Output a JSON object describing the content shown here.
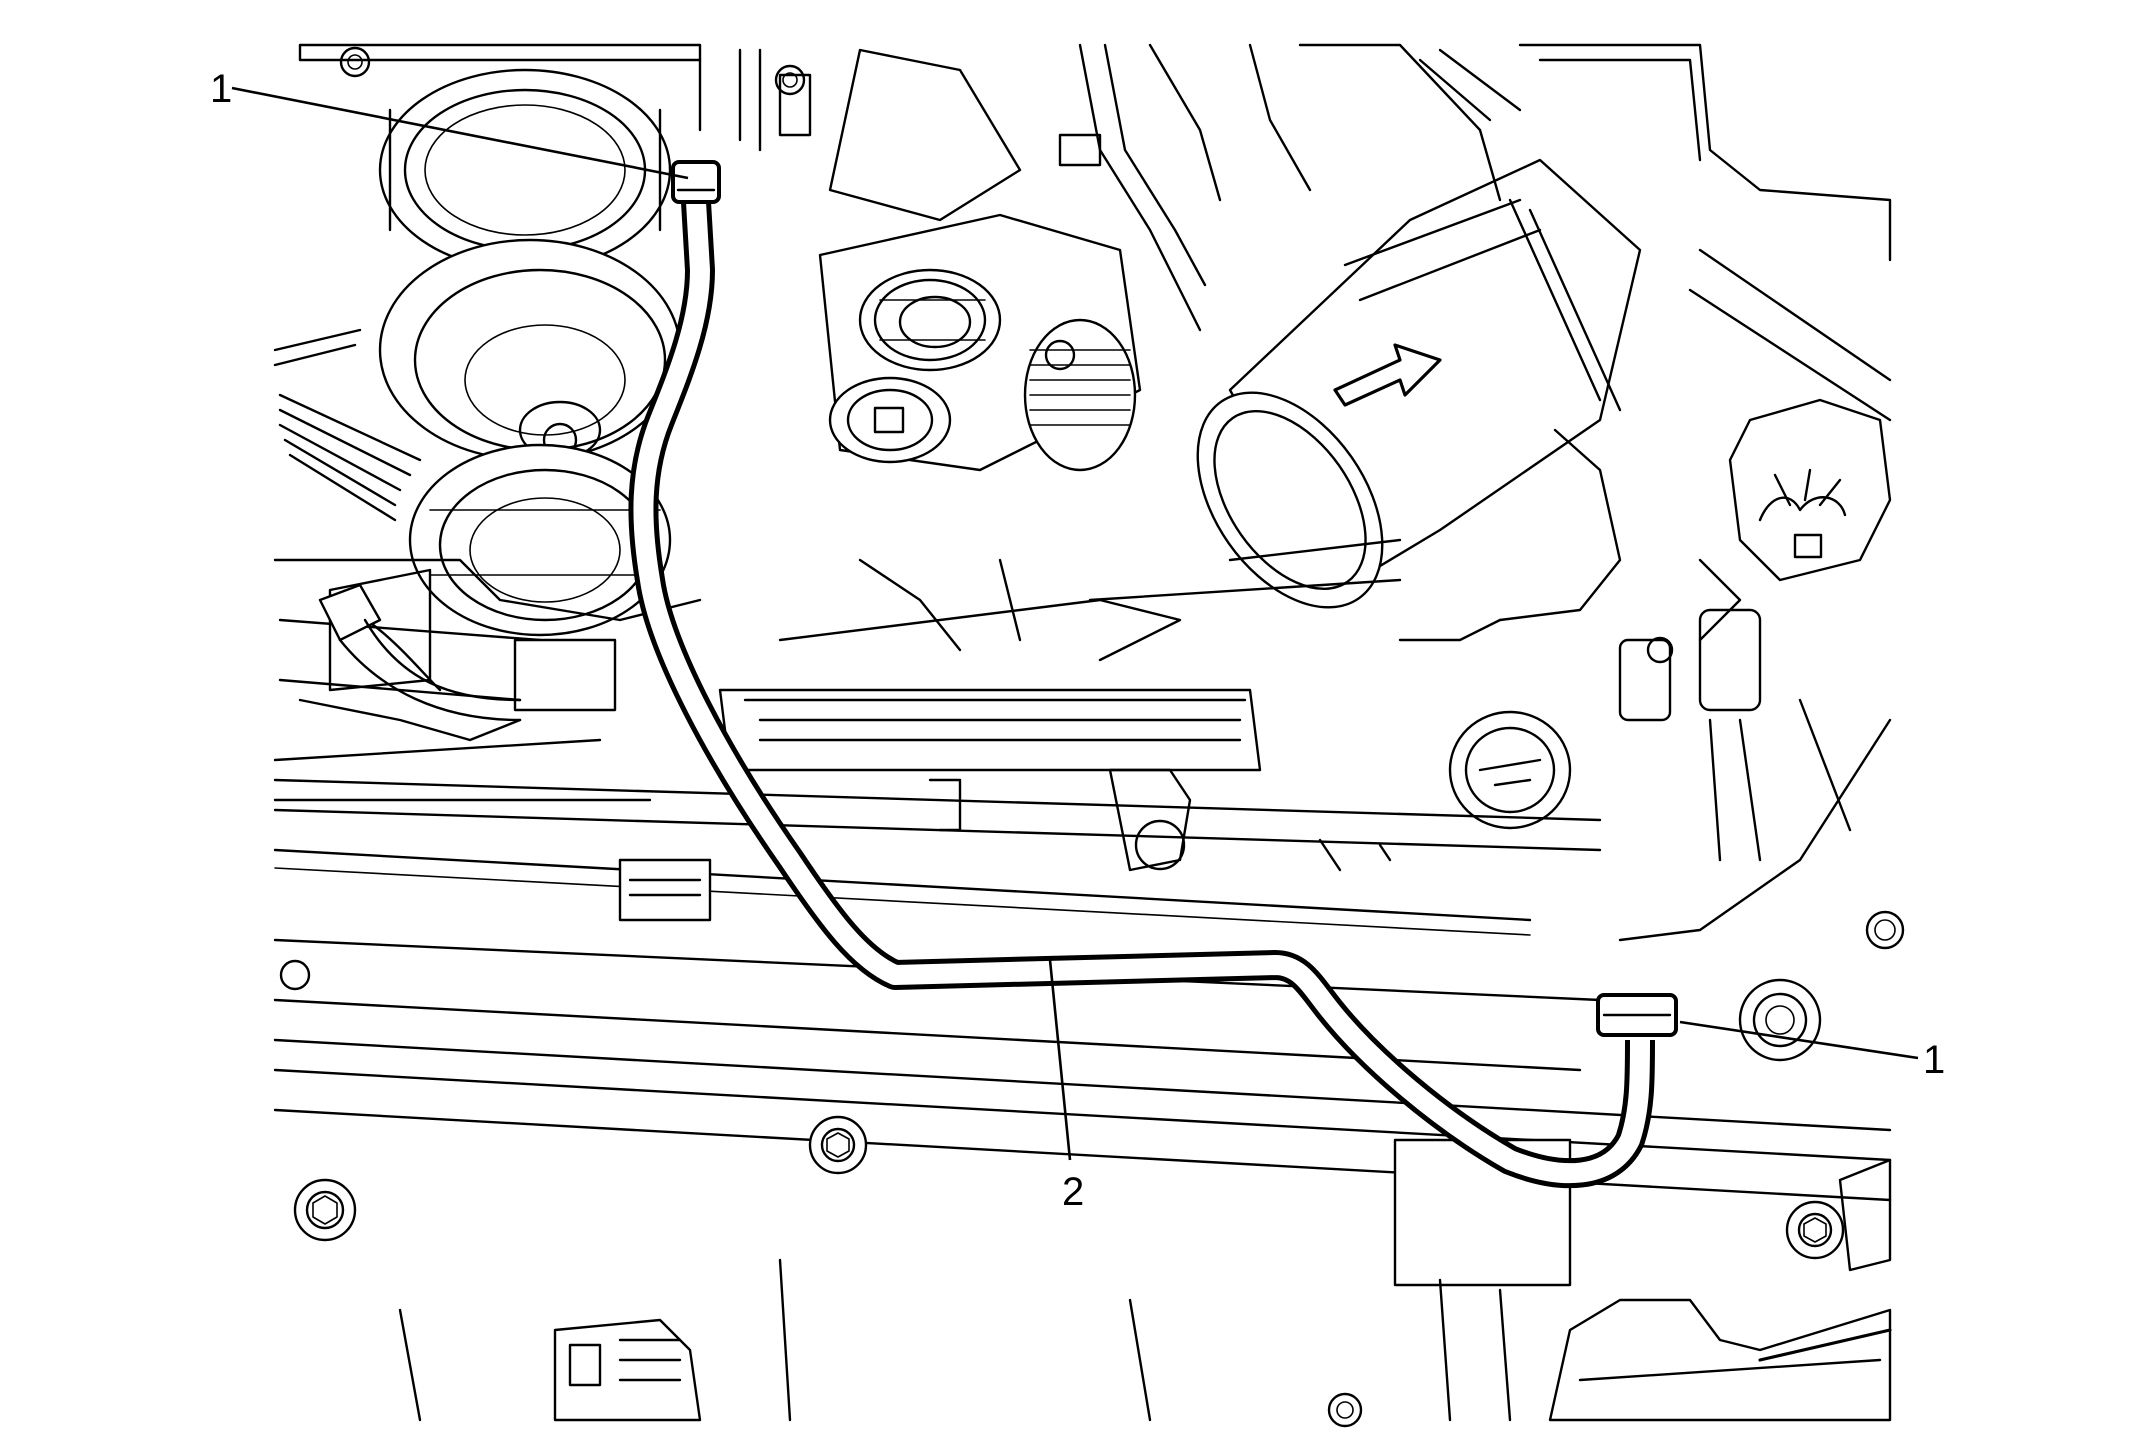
{
  "callouts": {
    "clamp_left": "1",
    "hose": "2",
    "clamp_right": "1"
  }
}
